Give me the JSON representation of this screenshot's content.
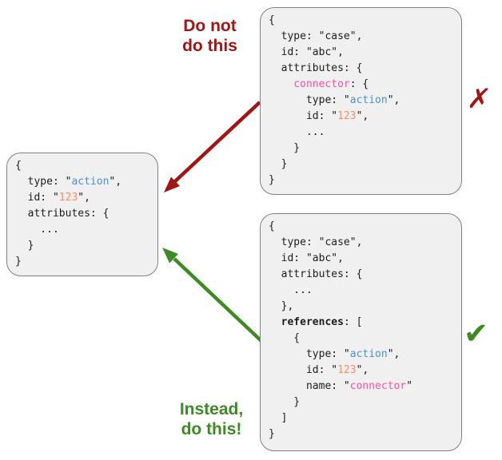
{
  "labels": {
    "do_not": "Do not\ndo this",
    "instead": "Instead,\ndo this!"
  },
  "marks": {
    "wrong": "✗",
    "right": "✔"
  },
  "colors": {
    "dark_red": "#a31414",
    "green": "#3d8b22",
    "pink": "#ff4da6",
    "blue": "#4a90d2",
    "orange": "#ff8a66",
    "box_bg": "#f0f0f1",
    "box_border": "#7b828b",
    "code_text": "#1d1d1f"
  },
  "boxes": {
    "action_object": {
      "lines": [
        [
          {
            "t": "{"
          }
        ],
        [
          {
            "t": "  type: \""
          },
          {
            "t": "action",
            "c": "blue"
          },
          {
            "t": "\","
          }
        ],
        [
          {
            "t": "  id: \""
          },
          {
            "t": "123",
            "c": "orange"
          },
          {
            "t": "\","
          }
        ],
        [
          {
            "t": "  attributes: {"
          }
        ],
        [
          {
            "t": "    ..."
          }
        ],
        [
          {
            "t": "  }"
          }
        ],
        [
          {
            "t": "}"
          }
        ]
      ]
    },
    "do_not_example": {
      "lines": [
        [
          {
            "t": "{"
          }
        ],
        [
          {
            "t": "  type: \"case\","
          }
        ],
        [
          {
            "t": "  id: \"abc\","
          }
        ],
        [
          {
            "t": "  attributes: {"
          }
        ],
        [
          {
            "t": "    "
          },
          {
            "t": "connector",
            "c": "pink"
          },
          {
            "t": ": {"
          }
        ],
        [
          {
            "t": "      type: \""
          },
          {
            "t": "action",
            "c": "blue"
          },
          {
            "t": "\","
          }
        ],
        [
          {
            "t": "      id: \""
          },
          {
            "t": "123",
            "c": "orange"
          },
          {
            "t": "\","
          }
        ],
        [
          {
            "t": "      ..."
          }
        ],
        [
          {
            "t": "    }"
          }
        ],
        [
          {
            "t": "  }"
          }
        ],
        [
          {
            "t": "}"
          }
        ]
      ]
    },
    "instead_example": {
      "lines": [
        [
          {
            "t": "{"
          }
        ],
        [
          {
            "t": "  type: \"case\","
          }
        ],
        [
          {
            "t": "  id: \"abc\","
          }
        ],
        [
          {
            "t": "  attributes: {"
          }
        ],
        [
          {
            "t": "    ..."
          }
        ],
        [
          {
            "t": "  },"
          }
        ],
        [
          {
            "t": "  "
          },
          {
            "t": "references",
            "c": "bold"
          },
          {
            "t": ": ["
          }
        ],
        [
          {
            "t": "    {"
          }
        ],
        [
          {
            "t": "      type: \""
          },
          {
            "t": "action",
            "c": "blue"
          },
          {
            "t": "\","
          }
        ],
        [
          {
            "t": "      id: \""
          },
          {
            "t": "123",
            "c": "orange"
          },
          {
            "t": "\","
          }
        ],
        [
          {
            "t": "      name: \""
          },
          {
            "t": "connector",
            "c": "pink"
          },
          {
            "t": "\""
          }
        ],
        [
          {
            "t": "    }"
          }
        ],
        [
          {
            "t": "  ]"
          }
        ],
        [
          {
            "t": "}"
          }
        ]
      ]
    }
  }
}
